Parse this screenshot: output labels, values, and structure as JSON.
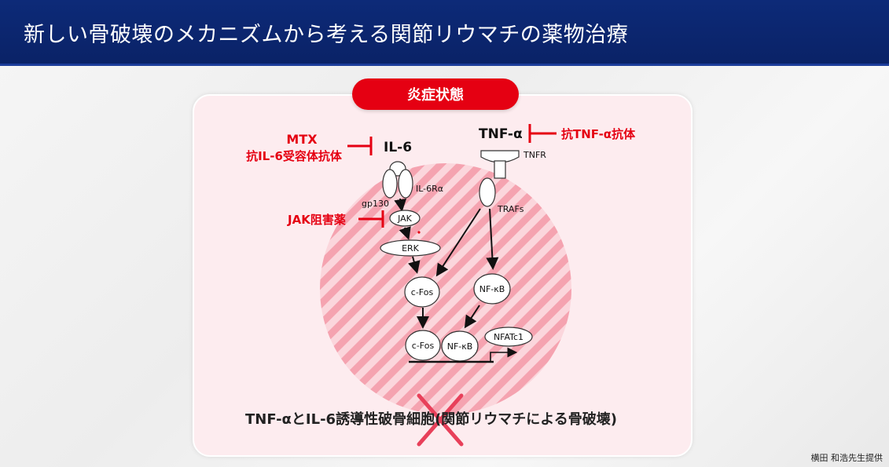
{
  "header": {
    "title": "新しい骨破壊のメカニズムから考える関節リウマチの薬物治療"
  },
  "panel": {
    "state_label": "炎症状態"
  },
  "diagram": {
    "mtx": "MTX",
    "anti_il6r": "抗IL-6受容体抗体",
    "il6": "IL-6",
    "il6ra": "IL-6Rα",
    "gp130": "gp130",
    "jak_inhibitor": "JAK阻害薬",
    "jak": "JAK",
    "erk": "ERK",
    "tnfa": "TNF-α",
    "anti_tnfa": "抗TNF-α抗体",
    "tnfr": "TNFR",
    "trafs": "TRAFs",
    "cfos": "c-Fos",
    "nfkb": "NF-κB",
    "cfos2": "c-Fos",
    "nfkb2": "NF-κB",
    "nfatc1": "NFATc1"
  },
  "caption": "TNF-αとIL-6誘導性破骨細胞(関節リウマチによる骨破壊)",
  "credit": "横田 和浩先生提供",
  "colors": {
    "header": "#0d2a78",
    "accent_red": "#e50012",
    "panel_bg": "#fdecef",
    "stripe": "#f7a8b4"
  }
}
